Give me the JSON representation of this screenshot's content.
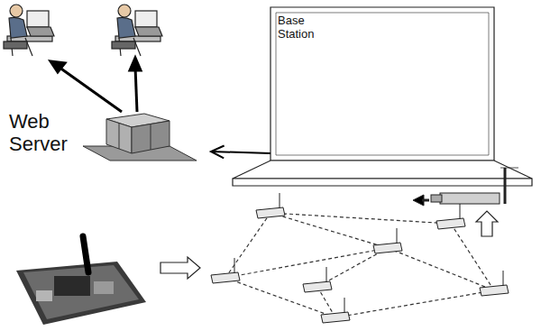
{
  "diagram": {
    "nodes": [
      {
        "text": [
          "Base Station"
        ]
      },
      {
        "text": [
          "Web Server"
        ]
      }
    ],
    "edges": [
      {
        "from": 0,
        "to": 1,
        "arrow": "to"
      }
    ]
  }
}
